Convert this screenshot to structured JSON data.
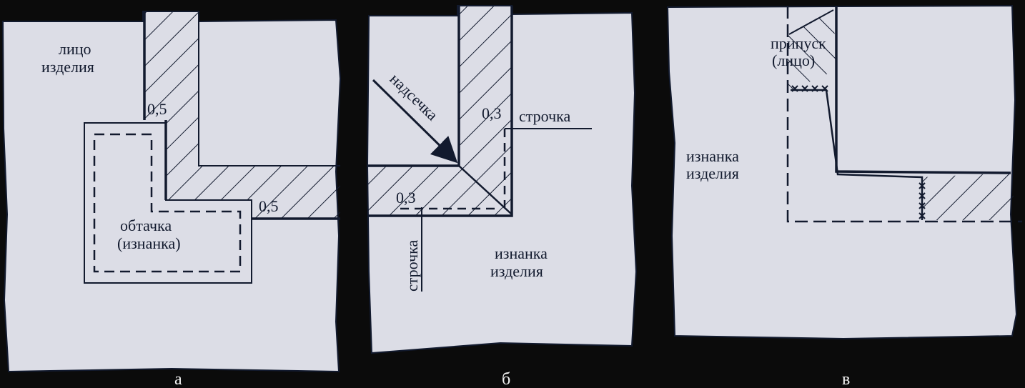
{
  "colors": {
    "background": "#0b0b0b",
    "panel": "#dcdde6",
    "ink": "#121a2e",
    "caption": "#f2f2f2"
  },
  "panel_a": {
    "caption": "а",
    "face_line1": "лицо",
    "face_line2": "изделия",
    "seam_allowance_top": "0,5",
    "seam_allowance_right": "0,5",
    "facing_line1": "обтачка",
    "facing_line2": "(изнанка)"
  },
  "panel_b": {
    "caption": "б",
    "notch_label": "надсечка",
    "allowance_top": "0,3",
    "stitch_top": "строчка",
    "allowance_left": "0,3",
    "stitch_vertical": "строчка",
    "reverse_line1": "изнанка",
    "reverse_line2": "изделия"
  },
  "panel_c": {
    "caption": "в",
    "allowance_line1": "припуск",
    "allowance_line2": "(лицо)",
    "reverse_line1": "изнанка",
    "reverse_line2": "изделия"
  }
}
